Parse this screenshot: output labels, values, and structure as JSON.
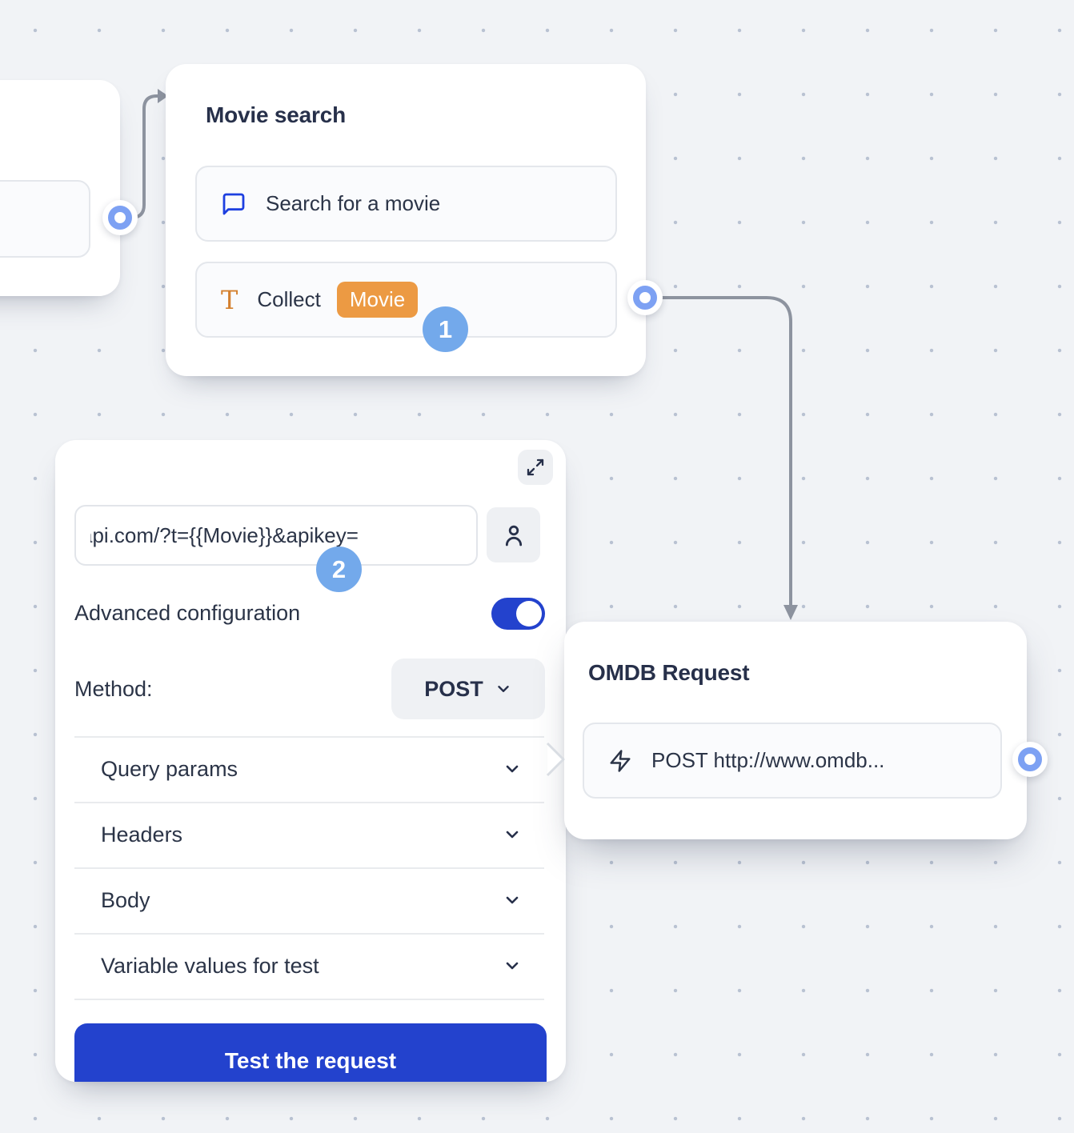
{
  "colors": {
    "background": "#f1f3f6",
    "grid_dot": "#b9c2d2",
    "text_dark": "#2b3447",
    "accent_blue": "#2342cd",
    "step_badge_blue": "#73a9eb",
    "variable_chip_orange": "#ec9a43",
    "port_ring_blue": "#7da1f3",
    "connector_gray": "#8d939f",
    "chat_icon_blue": "#1d3fe0",
    "type_icon_orange": "#d4802e"
  },
  "nodes": {
    "movie_search": {
      "title": "Movie search",
      "block_question": {
        "icon": "chat-bubble-icon",
        "label": "Search for a movie"
      },
      "block_collect": {
        "icon": "text-type-icon",
        "label": "Collect",
        "variable_chip": "Movie"
      },
      "step_badge": "1"
    },
    "omdb_request": {
      "title": "OMDB Request",
      "block_webhook": {
        "icon": "lightning-bolt-icon",
        "label": "POST http://www.omdb..."
      }
    }
  },
  "config_panel": {
    "step_badge": "2",
    "url_input_value": "api.com/?t={{Movie}}&apikey=",
    "advanced_configuration": {
      "label": "Advanced configuration",
      "enabled": true
    },
    "method": {
      "label": "Method:",
      "value": "POST"
    },
    "sections": [
      {
        "label": "Query params"
      },
      {
        "label": "Headers"
      },
      {
        "label": "Body"
      },
      {
        "label": "Variable values for test"
      }
    ],
    "test_button_label": "Test the request"
  }
}
